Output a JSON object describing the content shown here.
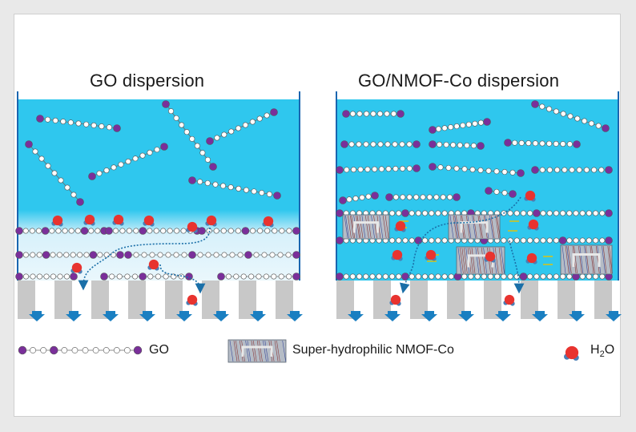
{
  "panels": {
    "left_title": "GO dispersion",
    "right_title": "GO/NMOF-Co dispersion"
  },
  "legend": {
    "go_label": "GO",
    "nmof_label": "Super-hydrophilic NMOF-Co",
    "h2o_label": "H",
    "h2o_sub": "2",
    "h2o_tail": "O"
  },
  "colors": {
    "water": "#2fc7ee",
    "purple_bead": "#7a2f9a",
    "droplet_red": "#e8332f",
    "droplet_blue": "#4a7fb5",
    "flow_arrow": "#1a7fc1",
    "membrane_post": "#c8c8c8",
    "yellow_arrow": "#e8c400"
  }
}
